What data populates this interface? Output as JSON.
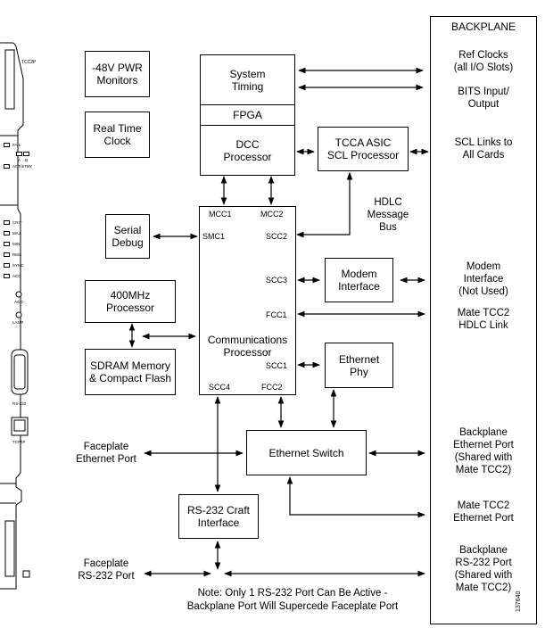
{
  "backplane": {
    "title": "BACKPLANE",
    "ref_clocks": "Ref Clocks\n(all I/O Slots)",
    "bits": "BITS Input/\nOutput",
    "scl_links": "SCL Links to\nAll Cards",
    "modem_interface": "Modem\nInterface\n(Not Used)",
    "mate_hdlc": "Mate TCC2\nHDLC Link",
    "bp_ethernet": "Backplane\nEthernet Port\n(Shared with\nMate TCC2)",
    "mate_ethernet": "Mate TCC2\nEthernet Port",
    "bp_rs232": "Backplane\nRS-232 Port\n(Shared with\nMate TCC2)"
  },
  "blocks": {
    "pwr": "-48V PWR\nMonitors",
    "rtc": "Real Time\nClock",
    "timing": "System\nTiming",
    "fpga": "FPGA",
    "dcc": "DCC\nProcessor",
    "tcca": "TCCA ASIC\nSCL Processor",
    "serial": "Serial\nDebug",
    "processor": "400MHz\nProcessor",
    "sdram": "SDRAM Memory\n& Compact Flash",
    "comm": "Communications\nProcessor",
    "modem": "Modem\nInterface",
    "ephy": "Ethernet\nPhy",
    "switch": "Ethernet Switch",
    "craft": "RS-232 Craft\nInterface"
  },
  "ports": {
    "mcc1": "MCC1",
    "mcc2": "MCC2",
    "smc1": "SMC1",
    "scc2": "SCC2",
    "scc3": "SCC3",
    "fcc1": "FCC1",
    "scc1": "SCC1",
    "scc4": "SCC4",
    "fcc2": "FCC2"
  },
  "labels": {
    "hdlc": "HDLC\nMessage\nBus",
    "fp_ethernet": "Faceplate\nEthernet Port",
    "fp_rs232": "Faceplate\nRS-232 Port",
    "note": "Note:  Only 1 RS-232 Port Can Be Active -\nBackplane Port Will Supercede Faceplate Port",
    "figure_id": "137640"
  },
  "faceplate": {
    "card_name": "TCC2P",
    "fail": "FAIL",
    "act_stby": "ACT/STBY",
    "a": "A",
    "b": "B",
    "leds": [
      "CRIT",
      "MAJ",
      "MIN",
      "REM",
      "SYNC",
      "ACO"
    ],
    "aco": "ACO",
    "lamp": "LAMP",
    "rs232": "RS-232",
    "tcpip": "TCP/IP"
  }
}
